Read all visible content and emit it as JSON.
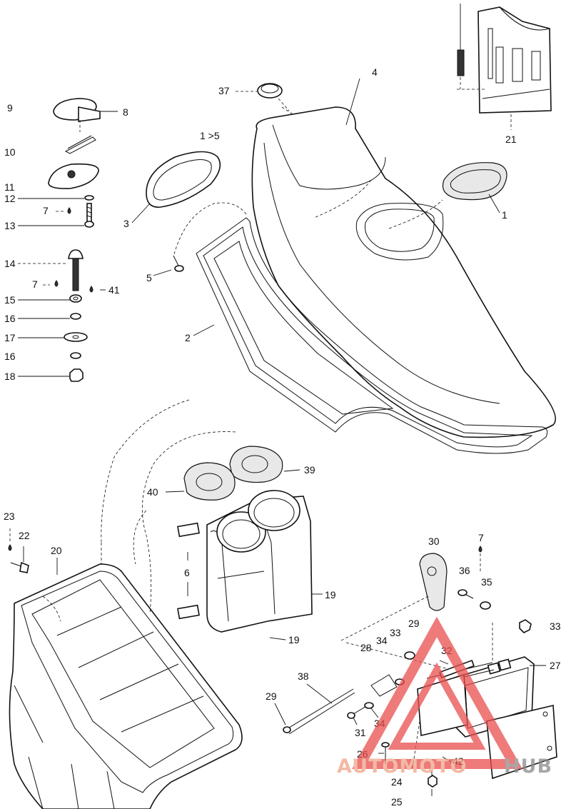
{
  "callouts": {
    "c1": "1",
    "c1to5": "1 >5",
    "c2": "2",
    "c3": "3",
    "c4": "4",
    "c5": "5",
    "c6": "6",
    "c7a": "7",
    "c7b": "7",
    "c7c": "7",
    "c8": "8",
    "c9": "9",
    "c10": "10",
    "c11": "11",
    "c12": "12",
    "c13": "13",
    "c14": "14",
    "c15": "15",
    "c16a": "16",
    "c16b": "16",
    "c17": "17",
    "c18": "18",
    "c19a": "19",
    "c19b": "19",
    "c20": "20",
    "c21": "21",
    "c22": "22",
    "c23": "23",
    "c24": "24",
    "c25": "25",
    "c26": "26",
    "c27": "27",
    "c28": "28",
    "c29a": "29",
    "c29b": "29",
    "c30": "30",
    "c31": "31",
    "c32": "32",
    "c33a": "33",
    "c33b": "33",
    "c34a": "34",
    "c34b": "34",
    "c35": "35",
    "c36": "36",
    "c37": "37",
    "c38": "38",
    "c39": "39",
    "c40": "40",
    "c41": "41",
    "c42": "42"
  },
  "watermark": {
    "part1": "AUTOMOTO",
    "part2": "HUB",
    "color_primary": "#f0a386",
    "color_secondary": "#8a8a8a",
    "triangle_color": "#e94e4e"
  }
}
